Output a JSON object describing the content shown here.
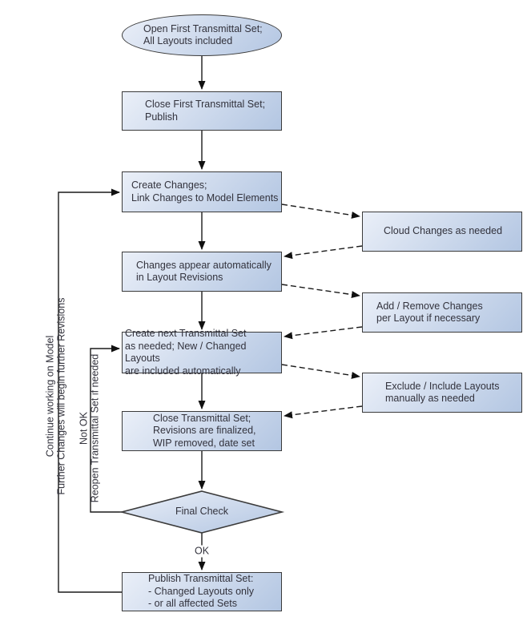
{
  "colors": {
    "background": "#ffffff",
    "node_fill_light": "#eaeff8",
    "node_fill_dark": "#b3c6e2",
    "node_border": "#3b3b3b",
    "line": "#1a1a1a",
    "text": "#32323c"
  },
  "diagram": {
    "type": "flowchart",
    "nodes": {
      "start": {
        "shape": "ellipse",
        "label": "Open First Transmittal Set;\nAll Layouts included"
      },
      "close_first": {
        "shape": "rect",
        "label": "Close First Transmittal Set;\nPublish"
      },
      "create_changes": {
        "shape": "rect",
        "label": "Create Changes;\nLink Changes to Model Elements"
      },
      "changes_appear": {
        "shape": "rect",
        "label": "Changes appear automatically\nin Layout Revisions"
      },
      "create_next": {
        "shape": "rect",
        "label": "Create next Transmittal Set\n as needed; New / Changed Layouts\nare included automatically"
      },
      "close_set": {
        "shape": "rect",
        "label": "Close Transmittal Set;\nRevisions are finalized,\nWIP removed, date set"
      },
      "final_check": {
        "shape": "diamond",
        "label": "Final Check"
      },
      "publish": {
        "shape": "rect",
        "label": "Publish Transmittal Set:\n- Changed Layouts only\n- or all affected Sets"
      },
      "cloud_changes": {
        "shape": "rect",
        "label": "Cloud Changes as needed"
      },
      "add_remove": {
        "shape": "rect",
        "label": "Add / Remove Changes\nper Layout if necessary"
      },
      "exclude_include": {
        "shape": "rect",
        "label": "Exclude / Include Layouts\nmanually as needed"
      }
    },
    "edge_labels": {
      "ok": "OK",
      "continue_loop": "Continue working on Model\nFurther Changes will begin further Revisions",
      "not_ok_loop": "Not OK\nReopen Transmittal Set if needed"
    }
  }
}
